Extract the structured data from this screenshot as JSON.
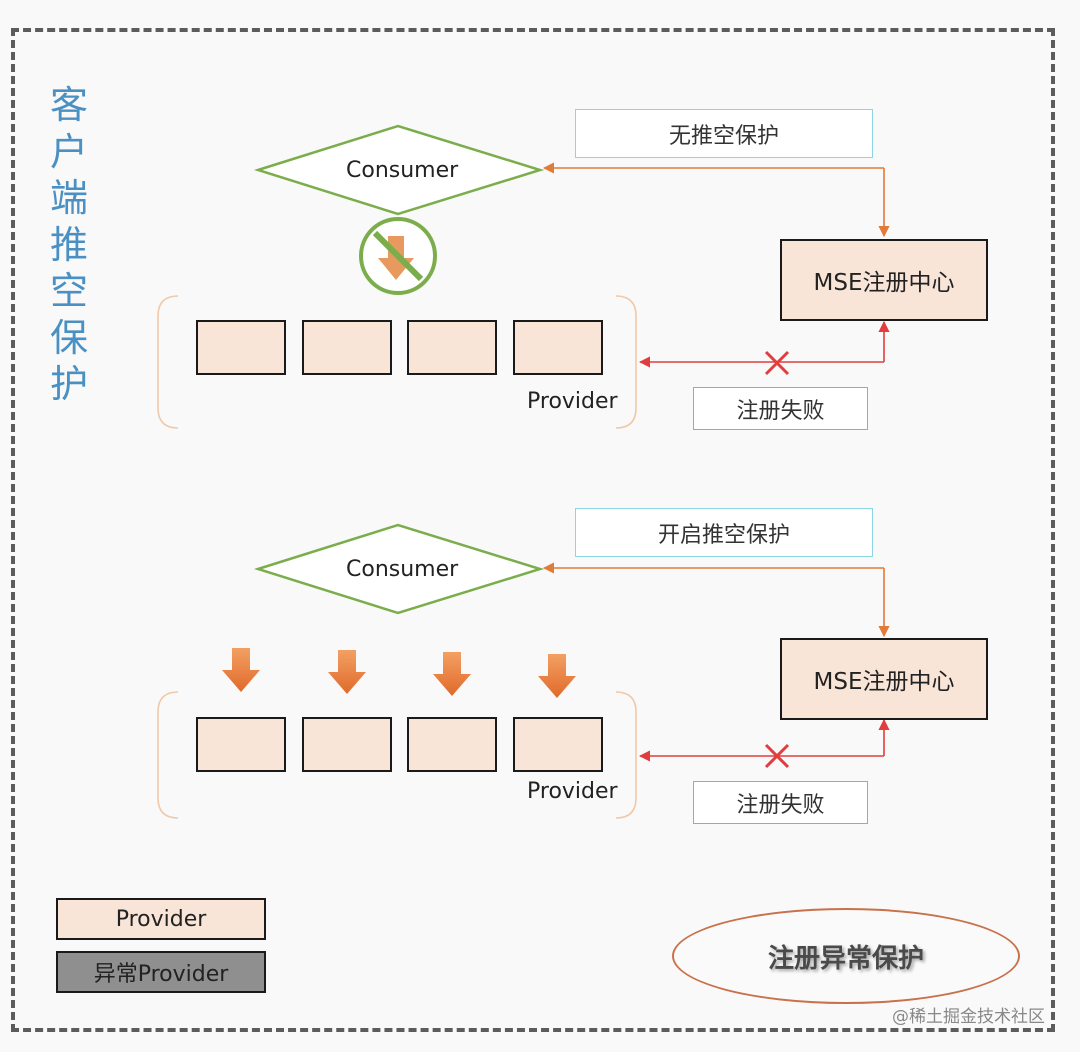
{
  "title_chars": [
    "客",
    "户",
    "端",
    "推",
    "空",
    "保",
    "护"
  ],
  "top": {
    "consumer_label": "Consumer",
    "push_label": "无推空保护",
    "registry_label": "MSE注册中心",
    "provider_label": "Provider",
    "fail_label": "注册失败",
    "provider_count": 4
  },
  "bottom": {
    "consumer_label": "Consumer",
    "push_label": "开启推空保护",
    "registry_label": "MSE注册中心",
    "provider_label": "Provider",
    "fail_label": "注册失败",
    "provider_count": 4
  },
  "legend": {
    "normal_label": "Provider",
    "abnormal_label": "异常Provider"
  },
  "badge_label": "注册异常保护",
  "watermark": "@稀土掘金技术社区",
  "colors": {
    "title": "#4a90c2",
    "consumer_outline": "#7cad4c",
    "arrow_orange": "#e07b39",
    "fail_red": "#e23d3d",
    "provider_fill": "#f8e5d8",
    "abnormal_fill": "#8f8f8f"
  }
}
